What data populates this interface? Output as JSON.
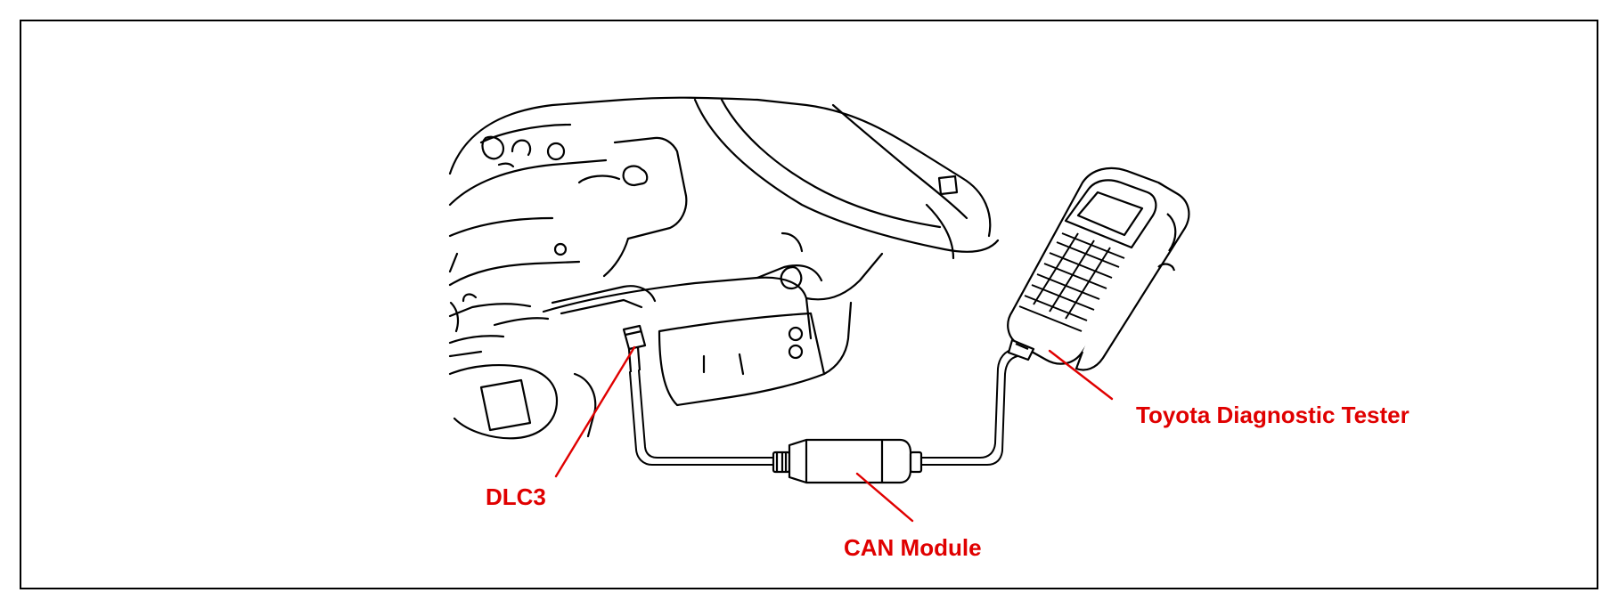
{
  "labels": {
    "dlc3": "DLC3",
    "can_module": "CAN Module",
    "diagnostic_tester": "Toyota Diagnostic Tester"
  },
  "colors": {
    "label": "#e00000",
    "line_art": "#000000",
    "background": "#ffffff"
  }
}
